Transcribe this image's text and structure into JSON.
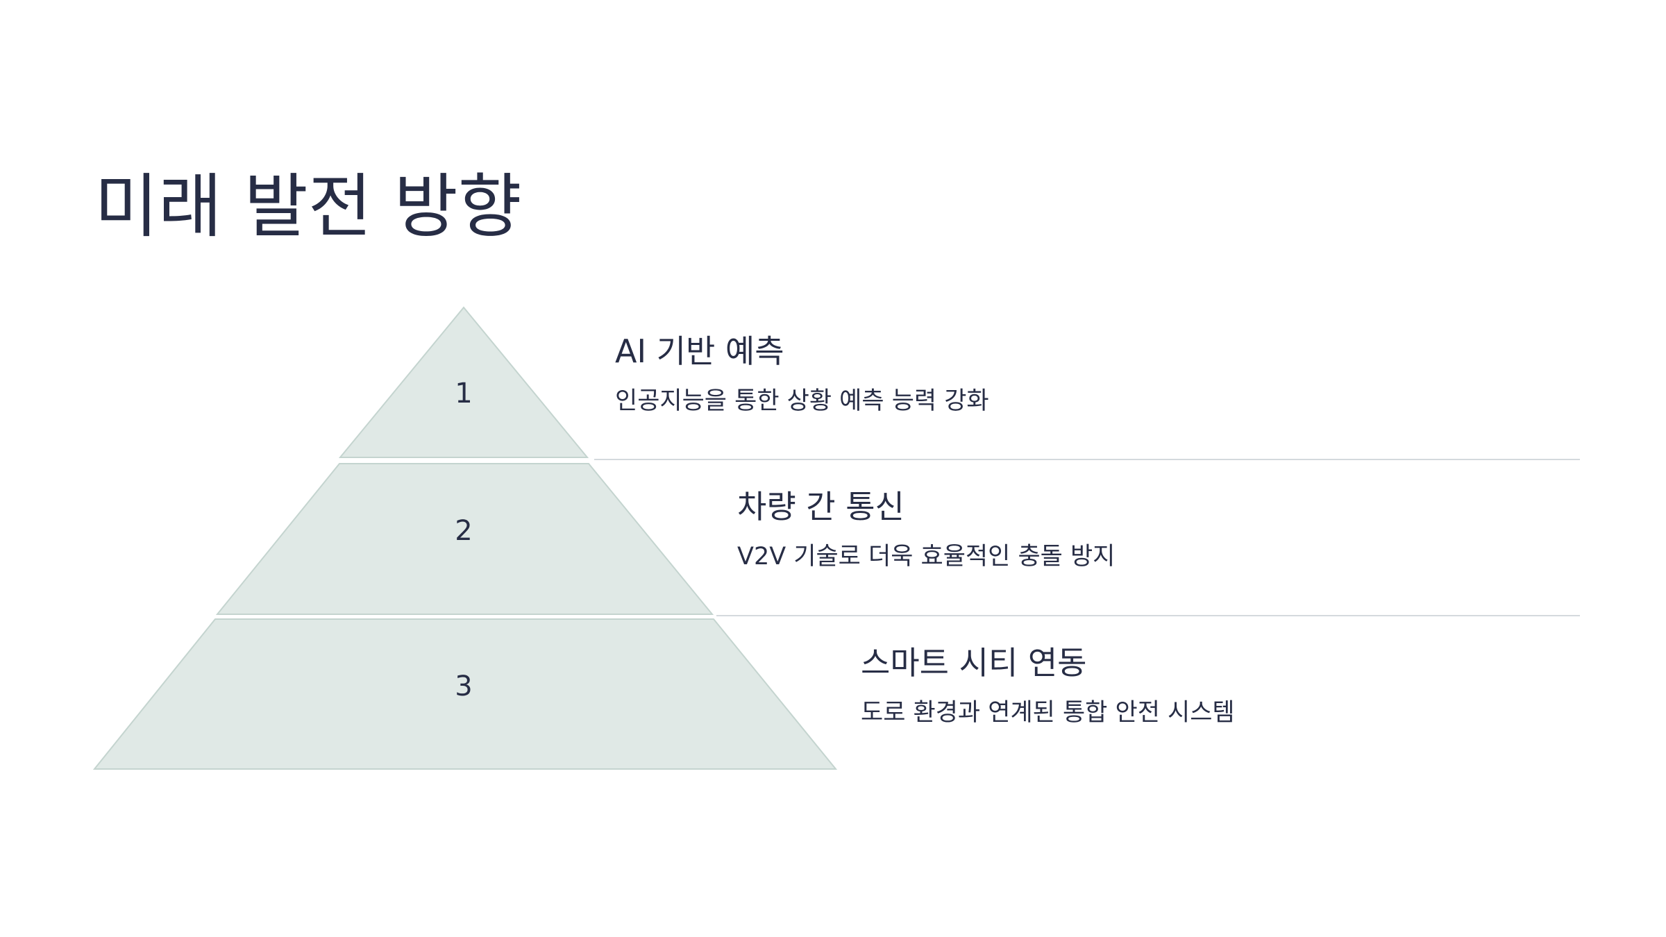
{
  "title": "미래 발전 방향",
  "colors": {
    "text": "#272d45",
    "tier_fill": "#e0e9e6",
    "tier_stroke": "#c4d4cf",
    "divider": "#d4d9dd",
    "background": "#ffffff"
  },
  "levels": [
    {
      "number": "1",
      "heading": "AI 기반 예측",
      "description": "인공지능을 통한 상황 예측 능력 강화"
    },
    {
      "number": "2",
      "heading": "차량 간 통신",
      "description": "V2V 기술로 더욱 효율적인 충돌 방지"
    },
    {
      "number": "3",
      "heading": "스마트 시티 연동",
      "description": "도로 환경과 연계된 통합 안전 시스템"
    }
  ]
}
